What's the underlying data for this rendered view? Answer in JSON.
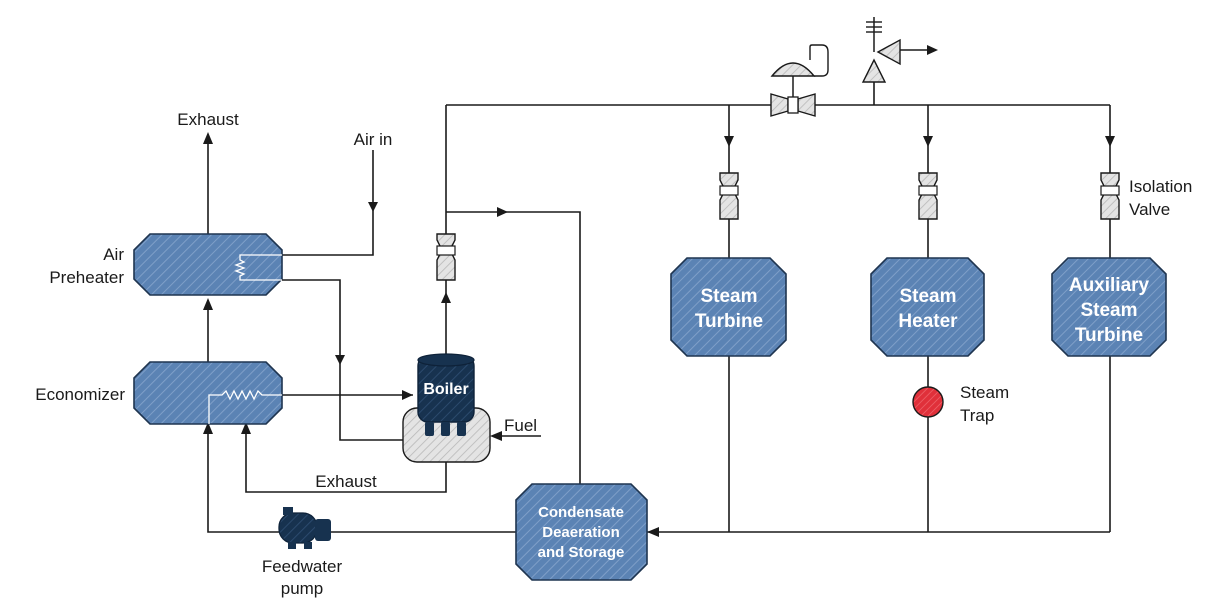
{
  "colors": {
    "component_blue": "#5b83b4",
    "dark_navy": "#17324f",
    "valve_grey": "#d9d9d9",
    "steam_trap_red": "#e0303a",
    "line": "#1a1a1a"
  },
  "labels": {
    "exhaust_top": "Exhaust",
    "air_in": "Air in",
    "air_preheater_1": "Air",
    "air_preheater_2": "Preheater",
    "economizer": "Economizer",
    "boiler": "Boiler",
    "fuel": "Fuel",
    "exhaust_bottom": "Exhaust",
    "feedwater_1": "Feedwater",
    "feedwater_2": "pump",
    "condensate_1": "Condensate",
    "condensate_2": "Deaeration",
    "condensate_3": "and Storage",
    "steam_turbine_1": "Steam",
    "steam_turbine_2": "Turbine",
    "steam_heater_1": "Steam",
    "steam_heater_2": "Heater",
    "aux_turbine_1": "Auxiliary",
    "aux_turbine_2": "Steam",
    "aux_turbine_3": "Turbine",
    "isolation_1": "Isolation",
    "isolation_2": "Valve",
    "steam_trap_1": "Steam",
    "steam_trap_2": "Trap"
  },
  "icons": {
    "control_valve": "control-valve-icon",
    "relief_valve": "relief-valve-icon",
    "isolation_valve": "isolation-valve-icon",
    "pump": "pump-icon",
    "steam_trap": "steam-trap-icon",
    "heating_coil": "heating-coil-icon"
  }
}
